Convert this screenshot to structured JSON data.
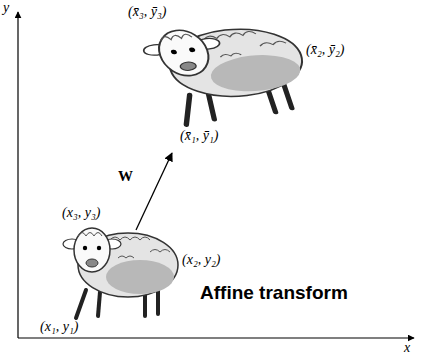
{
  "diagram": {
    "labels": [
      "y",
      "(x̄₃, ȳ₃)",
      "(x̄₂, ȳ₂)",
      "W",
      "(x̄₁, ȳ₁)",
      "(x₃, y₃)",
      "(x₂, y₂)",
      "(x₁, y₁)",
      "Affine transform",
      "x"
    ]
  }
}
